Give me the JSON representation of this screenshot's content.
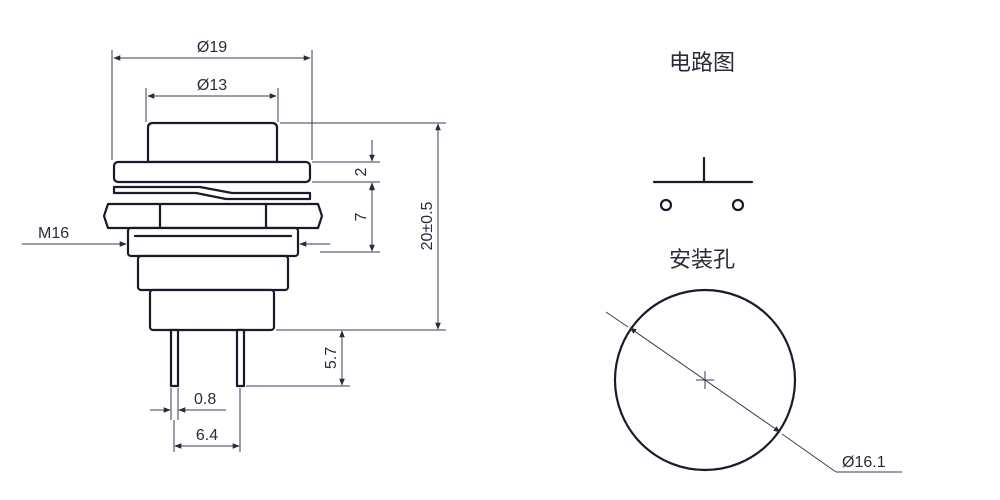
{
  "dimensions": {
    "outer_diameter": "Ø19",
    "cap_diameter": "Ø13",
    "thread": "M16",
    "nut_thickness": "2",
    "bushing_height": "7",
    "total_height": "20±0.5",
    "pin_length": "5.7",
    "pin_width": "0.8",
    "pin_spacing": "6.4"
  },
  "circuit": {
    "title": "电路图"
  },
  "mounting": {
    "title": "安装孔",
    "hole_diameter": "Ø16.1"
  },
  "colors": {
    "line": "#1a1a2e",
    "text": "#2a2a3a",
    "background": "#ffffff"
  }
}
